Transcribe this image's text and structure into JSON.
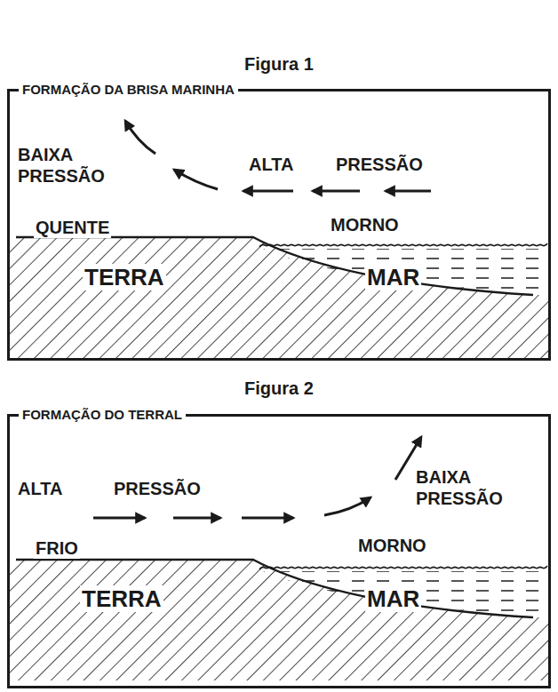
{
  "diagram": {
    "nodes": [
      {
        "text": [
          "FORMAÇÃO DA BRISA MARINHA"
        ]
      },
      {
        "text": [
          "FORMAÇÃO DO TERRAL"
        ]
      }
    ],
    "labels": [
      "Figura 1",
      "BAIXA PRESSÃO",
      "ALTA",
      "PRESSÃO",
      "QUENTE",
      "MORNO",
      "TERRA",
      "MAR",
      "Figura 2",
      "ALTA",
      "PRESSÃO",
      "BAIXA PRESSÃO",
      "FRIO",
      "MORNO",
      "TERRA",
      "MAR"
    ]
  }
}
